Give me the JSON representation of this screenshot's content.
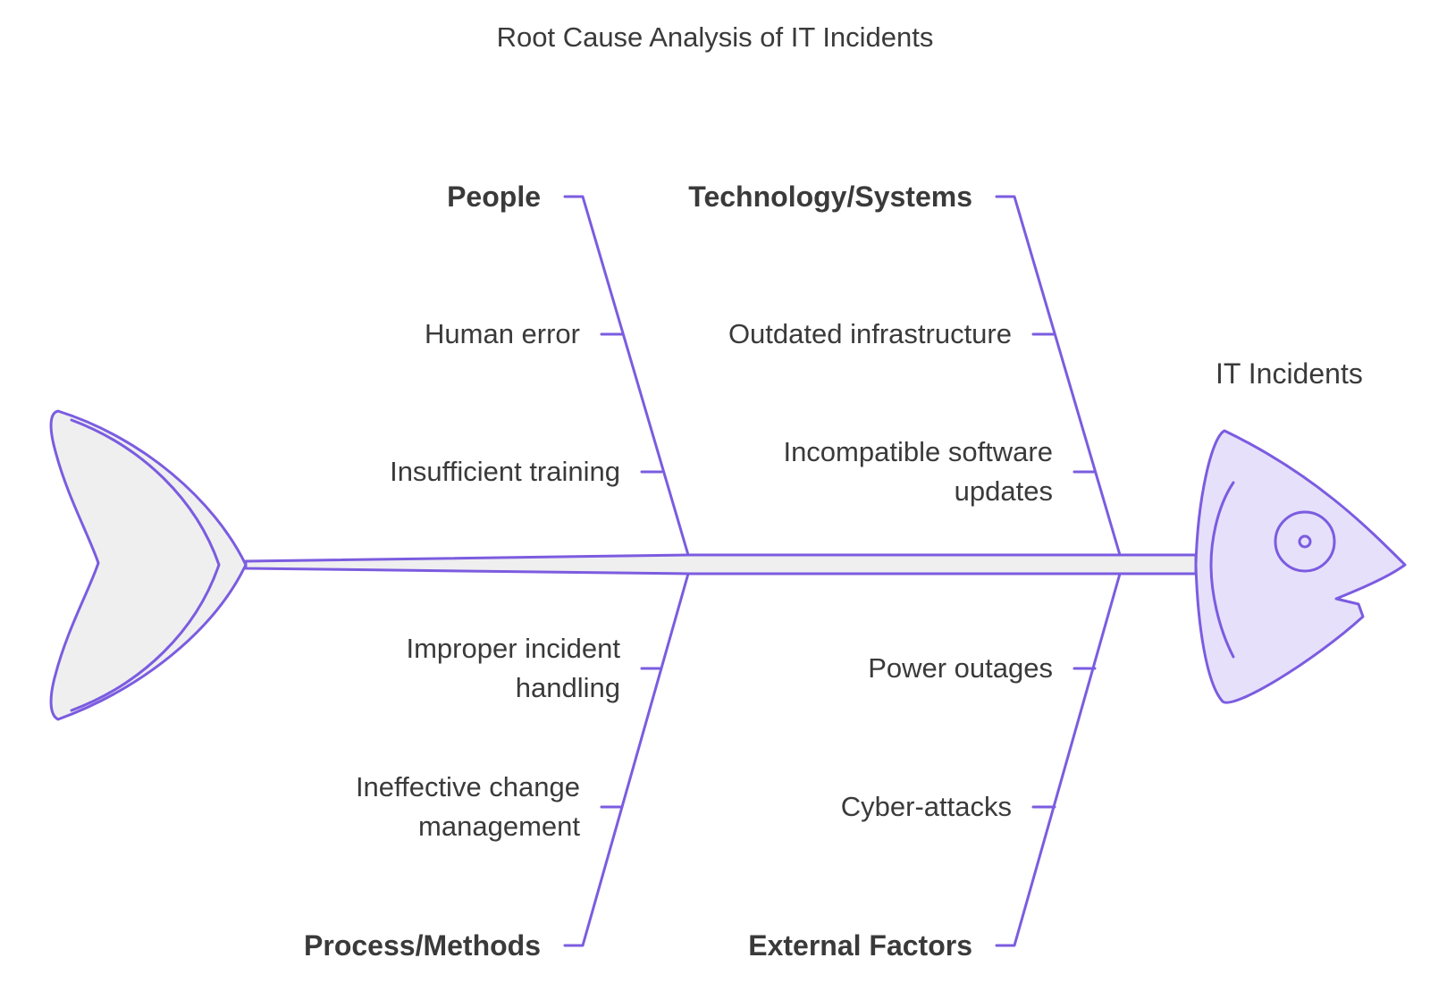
{
  "title": "Root Cause Analysis of IT Incidents",
  "effect": "IT Incidents",
  "categories": {
    "people": {
      "label": "People",
      "causes": [
        "Human error",
        "Insufficient training"
      ]
    },
    "technology": {
      "label": "Technology/Systems",
      "causes": [
        "Outdated infrastructure",
        "Incompatible software updates"
      ]
    },
    "process": {
      "label": "Process/Methods",
      "causes": [
        "Improper incident handling",
        "Ineffective change management"
      ]
    },
    "external": {
      "label": "External Factors",
      "causes": [
        "Power outages",
        "Cyber-attacks"
      ]
    }
  },
  "colors": {
    "stroke": "#7B5CE0",
    "head_fill": "#E6E0FB",
    "tail_fill": "#EFEFEF",
    "text": "#3a3a3a"
  }
}
